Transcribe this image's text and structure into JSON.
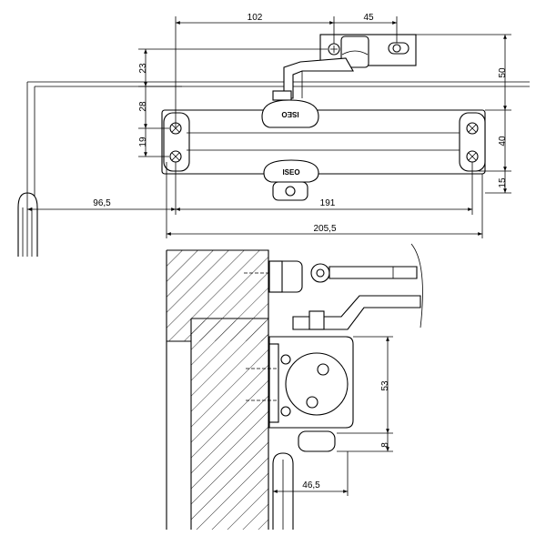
{
  "drawing": {
    "brand": "ISEO",
    "top_view_dims": {
      "arm_span": "102",
      "bracket_width": "45",
      "arm_height": "23",
      "bracket_offset": "28",
      "hole_offset": "19",
      "overall_height": "50",
      "body_height": "40",
      "lower_offset": "15",
      "arm_reach": "96,5",
      "hole_spacing": "191",
      "overall_length": "205,5"
    },
    "side_view_dims": {
      "body_depth": "53",
      "base_gap": "8",
      "door_offset": "46,5"
    }
  }
}
